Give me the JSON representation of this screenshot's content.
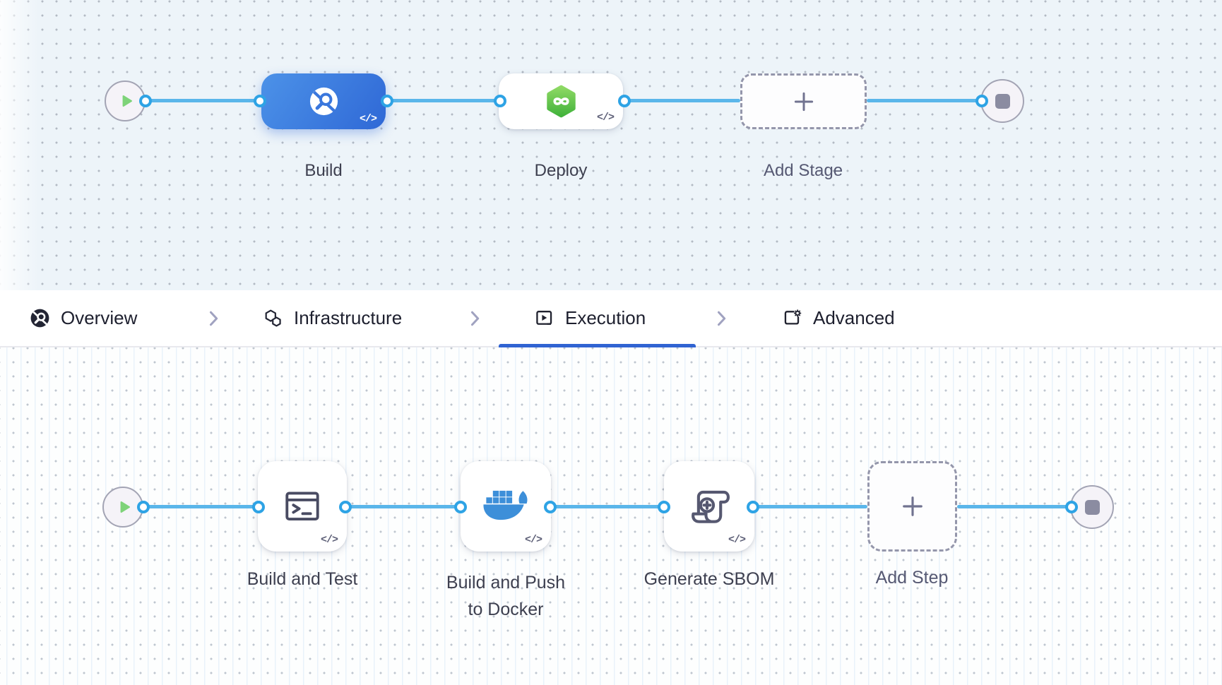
{
  "stage_pipeline": {
    "stages": [
      {
        "label": "Build",
        "type": "ci-stage",
        "selected": true,
        "icon": "ci-search-icon"
      },
      {
        "label": "Deploy",
        "type": "cd-stage",
        "selected": false,
        "icon": "cd-hexagon-infinity-icon"
      },
      {
        "label": "Add Stage",
        "type": "add-stage",
        "selected": false,
        "icon": "plus-icon"
      }
    ],
    "start_icon": "play-icon",
    "end_icon": "stop-icon"
  },
  "config_tabs": {
    "items": [
      {
        "label": "Overview",
        "icon": "ci-circle-icon",
        "active": false
      },
      {
        "label": "Infrastructure",
        "icon": "hexagons-icon",
        "active": false
      },
      {
        "label": "Execution",
        "icon": "play-square-icon",
        "active": true
      },
      {
        "label": "Advanced",
        "icon": "template-gear-icon",
        "active": false
      }
    ],
    "separator_icon": "chevron-right-icon"
  },
  "step_pipeline": {
    "steps": [
      {
        "label": "Build and Test",
        "type": "run-step",
        "icon": "terminal-icon"
      },
      {
        "label": "Build and Push to Docker",
        "type": "docker-step",
        "icon": "docker-whale-icon"
      },
      {
        "label": "Generate SBOM",
        "type": "sbom-step",
        "icon": "scroll-plus-icon"
      },
      {
        "label": "Add Step",
        "type": "add-step",
        "icon": "plus-icon"
      }
    ],
    "start_icon": "play-icon",
    "end_icon": "stop-icon"
  },
  "badges": {
    "code": "</>"
  },
  "colors": {
    "selected_stage_blue_start": "#4c92e8",
    "selected_stage_blue_end": "#2f68d6",
    "connector_blue": "#5ab6ea",
    "port_ring_blue": "#2ea3e5",
    "active_tab_underline": "#3063d2",
    "cd_green_start": "#8ed964",
    "cd_green_end": "#43b33c",
    "docker_blue": "#3d8fd9",
    "start_play_green": "#7ed379",
    "stop_square_gray": "#8b8ca1",
    "canvas_top_bg": "#edf4f9",
    "canvas_bottom_bg": "#fdfefe"
  }
}
